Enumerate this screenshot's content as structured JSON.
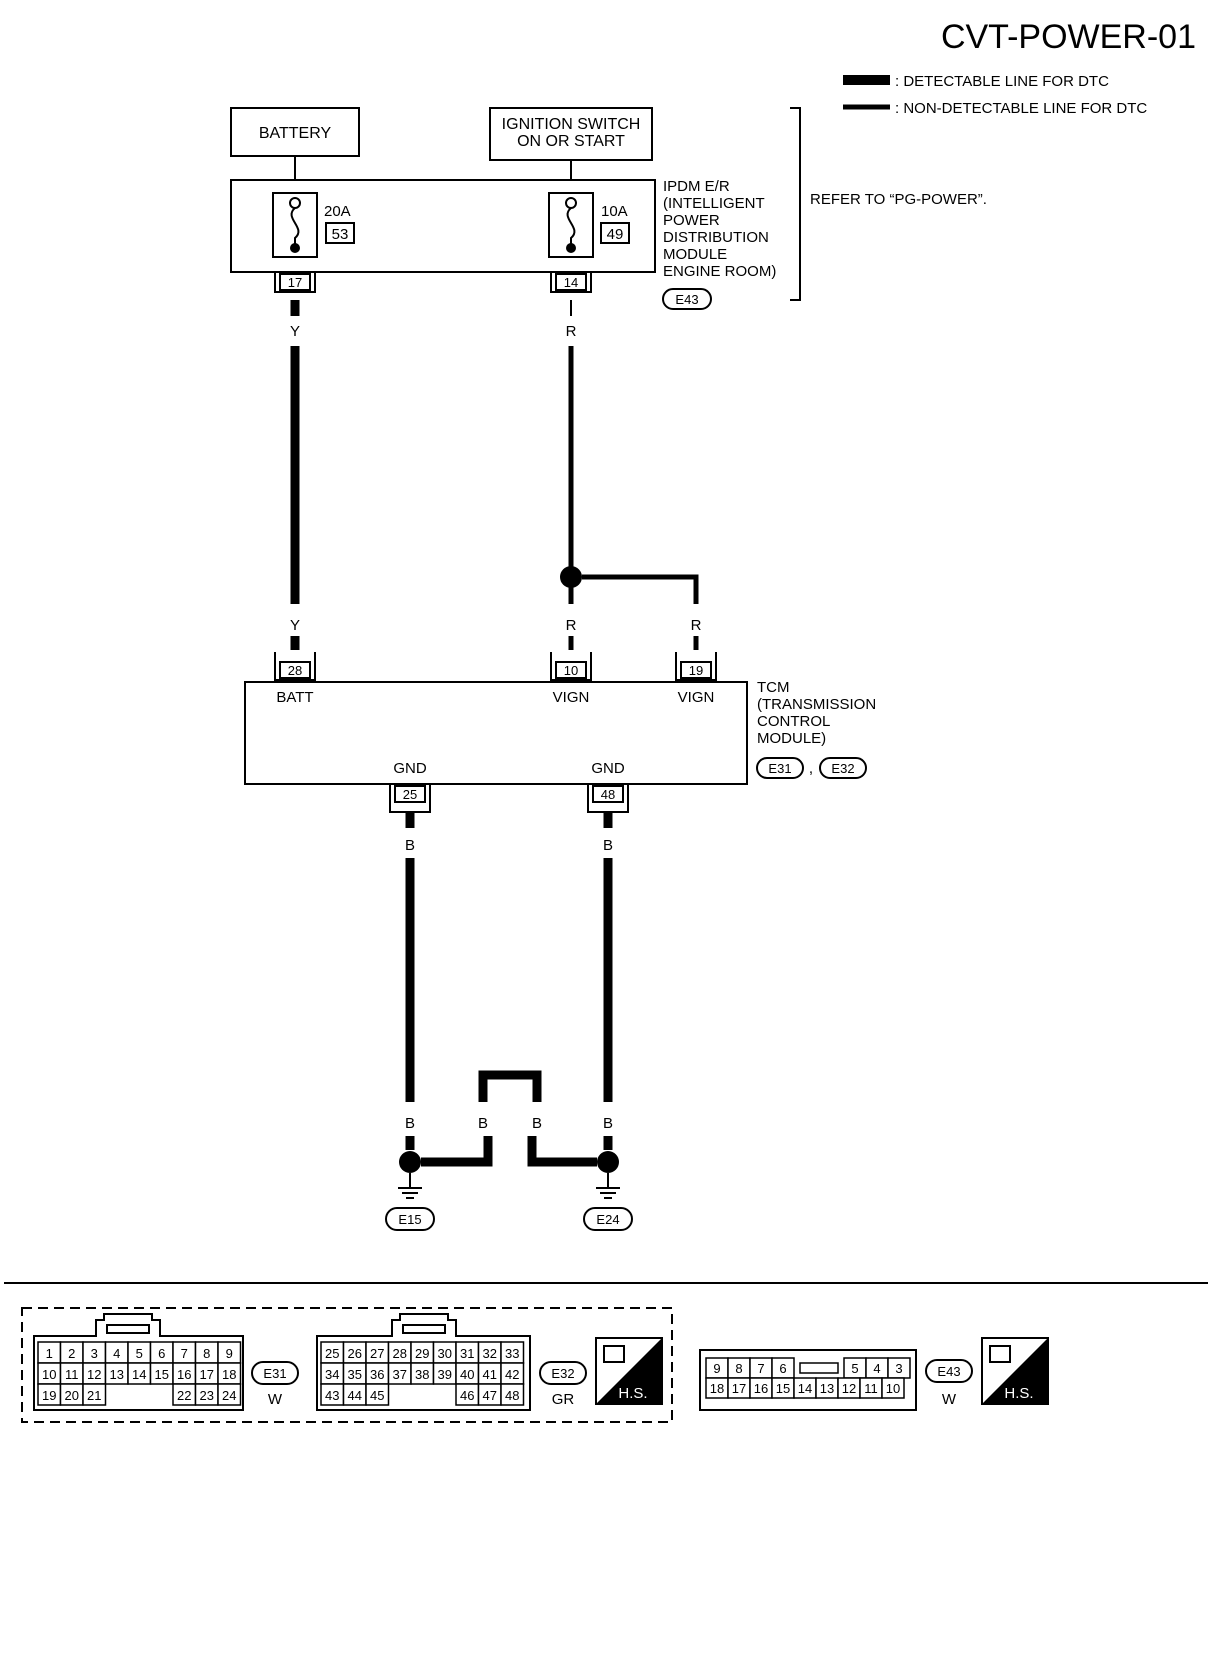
{
  "title": "CVT-POWER-01",
  "legend": {
    "detectable": ": DETECTABLE LINE FOR DTC",
    "non_detectable": ": NON-DETECTABLE LINE FOR DTC"
  },
  "battery": "BATTERY",
  "ignition": [
    "IGNITION SWITCH",
    "ON OR START"
  ],
  "fuse1": {
    "rating": "20A",
    "number": "53"
  },
  "fuse2": {
    "rating": "10A",
    "number": "49"
  },
  "ipdm_label": [
    "IPDM E/R",
    "(INTELLIGENT",
    "POWER",
    "DISTRIBUTION",
    "MODULE",
    "ENGINE ROOM)"
  ],
  "ipdm_connector": "E43",
  "refer": "REFER TO “PG-POWER”.",
  "ipdm_pins": {
    "p17": "17",
    "p14": "14"
  },
  "wire_colors": {
    "y": "Y",
    "r": "R",
    "b": "B"
  },
  "tcm_pins": {
    "p28": "28",
    "p10": "10",
    "p19": "19",
    "p25": "25",
    "p48": "48"
  },
  "tcm_terms": {
    "batt": "BATT",
    "vign1": "VIGN",
    "vign2": "VIGN",
    "gnd1": "GND",
    "gnd2": "GND"
  },
  "tcm_label": [
    "TCM",
    "(TRANSMISSION",
    "CONTROL",
    "MODULE)"
  ],
  "tcm_connectors": {
    "c1": "E31",
    "sep": ",",
    "c2": "E32"
  },
  "grounds": {
    "g1": "E15",
    "g2": "E24"
  },
  "connectors": {
    "e31": {
      "id": "E31",
      "color": "W",
      "rows": [
        [
          "1",
          "2",
          "3",
          "4",
          "5",
          "6",
          "7",
          "8",
          "9"
        ],
        [
          "10",
          "11",
          "12",
          "13",
          "14",
          "15",
          "16",
          "17",
          "18"
        ],
        [
          "19",
          "20",
          "21",
          "",
          "",
          "",
          "22",
          "23",
          "24"
        ]
      ]
    },
    "e32": {
      "id": "E32",
      "color": "GR",
      "rows": [
        [
          "25",
          "26",
          "27",
          "28",
          "29",
          "30",
          "31",
          "32",
          "33"
        ],
        [
          "34",
          "35",
          "36",
          "37",
          "38",
          "39",
          "40",
          "41",
          "42"
        ],
        [
          "43",
          "44",
          "45",
          "",
          "",
          "",
          "46",
          "47",
          "48"
        ]
      ]
    },
    "e43": {
      "id": "E43",
      "color": "W",
      "rows": [
        [
          "9",
          "8",
          "7",
          "6",
          "",
          "5",
          "4",
          "3"
        ],
        [
          "18",
          "17",
          "16",
          "15",
          "14",
          "13",
          "12",
          "11",
          "10"
        ]
      ]
    },
    "hs": "H.S."
  }
}
